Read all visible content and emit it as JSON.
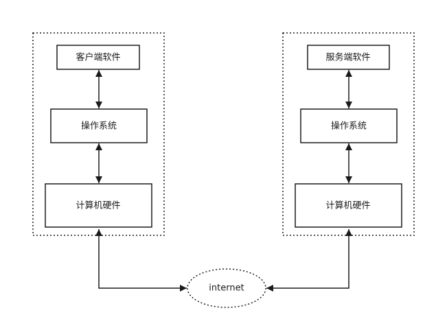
{
  "client": {
    "software": "客户端软件",
    "os": "操作系统",
    "hardware": "计算机硬件"
  },
  "server": {
    "software": "服务端软件",
    "os": "操作系统",
    "hardware": "计算机硬件"
  },
  "network": {
    "label": "internet"
  },
  "colors": {
    "stroke": "#1a1a1a",
    "background": "#ffffff"
  }
}
